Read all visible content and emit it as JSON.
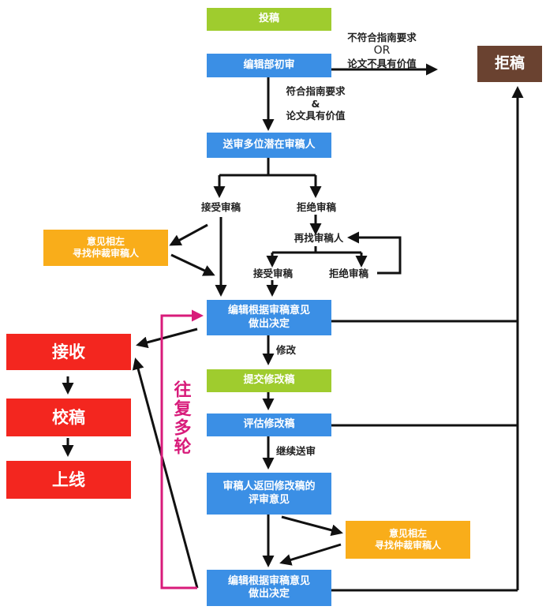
{
  "nodes": {
    "submit": "投稿",
    "initial_review": "编辑部初审",
    "send_reviewers": "送审多位潜在审稿人",
    "accept_review": "接受审稿",
    "decline_review": "拒绝审稿",
    "find_reviewer": "再找审稿人",
    "accept_review_2": "接受审稿",
    "decline_review_2": "拒绝审稿",
    "dispute_1_line1": "意见相左",
    "dispute_1_line2": "寻找仲裁审稿人",
    "decision_1_line1": "编辑根据审稿意见",
    "decision_1_line2": "做出决定",
    "submit_revision": "提交修改稿",
    "evaluate_revision": "评估修改稿",
    "reviewer_return_line1": "审稿人返回修改稿的",
    "reviewer_return_line2": "评审意见",
    "dispute_2_line1": "意见相左",
    "dispute_2_line2": "寻找仲裁审稿人",
    "decision_2_line1": "编辑根据审稿意见",
    "decision_2_line2": "做出决定",
    "accept": "接收",
    "proofread": "校稿",
    "online": "上线",
    "reject": "拒稿"
  },
  "labels": {
    "not_meet_line1": "不符合指南要求",
    "not_meet_line2": "OR",
    "not_meet_line3": "论文不具有价值",
    "meet_line1": "符合指南要求",
    "meet_line2": "&",
    "meet_line3": "论文具有价值",
    "revise": "修改",
    "continue_review": "继续送审",
    "multiple_rounds": "往复多轮"
  },
  "colors": {
    "green": "#9fcc2e",
    "blue": "#3b8fe5",
    "orange": "#f9ad1a",
    "red": "#f3261f",
    "brown": "#6a4230",
    "arrow": "#111111",
    "loop_arrow": "#d81b7a"
  }
}
